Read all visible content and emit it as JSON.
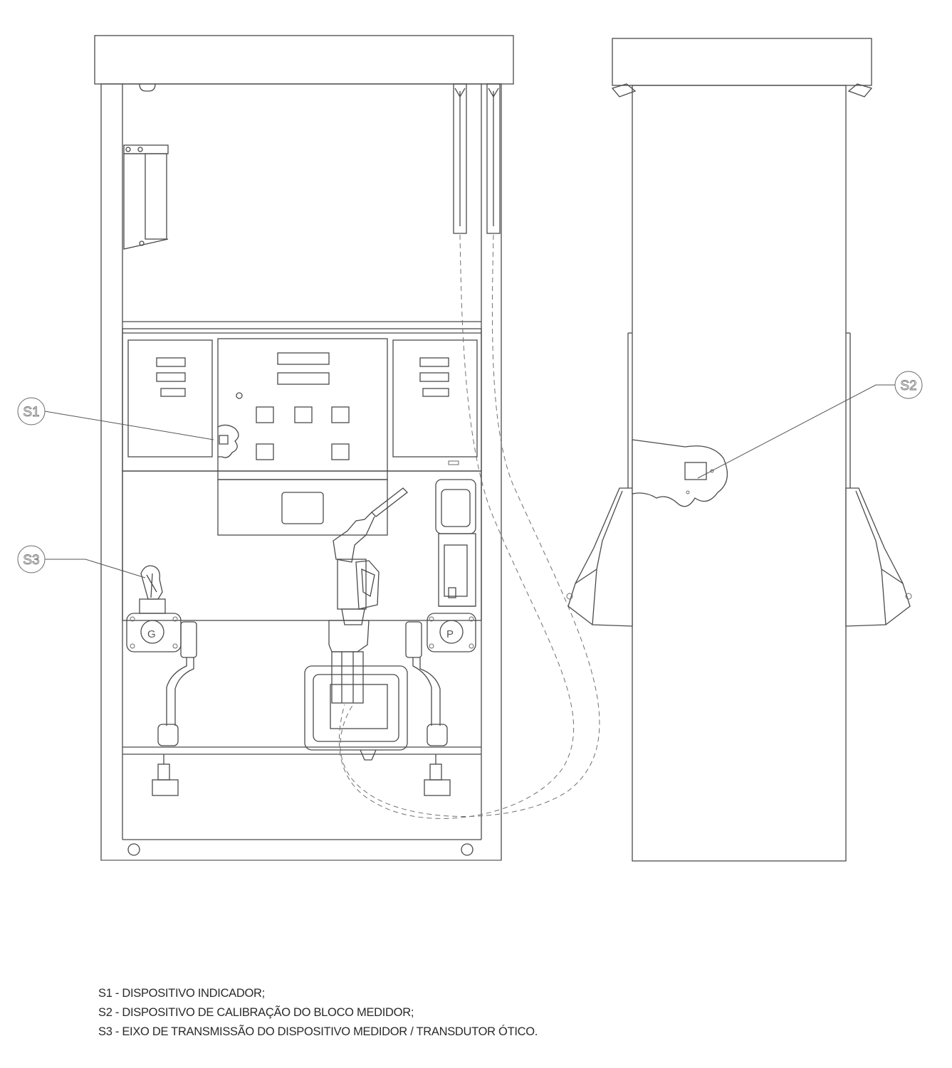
{
  "callouts": {
    "s1": "S1",
    "s2": "S2",
    "s3": "S3"
  },
  "legend": [
    "S1 - DISPOSITIVO INDICADOR;",
    "S2 - DISPOSITIVO DE CALIBRAÇÃO DO BLOCO MEDIDOR;",
    "S3 - EIXO DE TRANSMISSÃO DO DISPOSITIVO MEDIDOR / TRANSDUTOR ÓTICO."
  ],
  "colors": {
    "line": "#4a4a4a",
    "background": "#ffffff",
    "text": "#2a2a2a"
  }
}
